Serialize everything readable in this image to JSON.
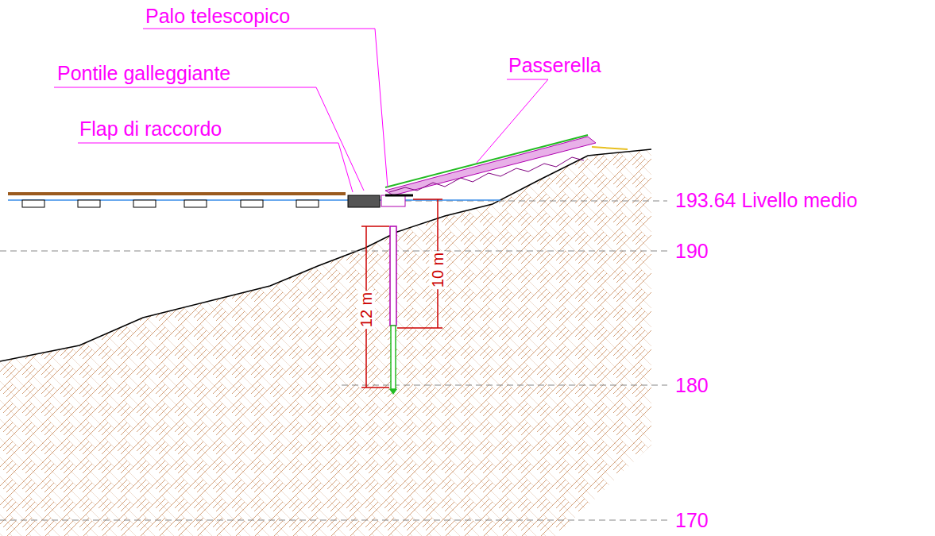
{
  "diagram": {
    "labels": [
      "Palo telescopico",
      "Pontile galleggiante",
      "Flap di raccordo",
      "Passerella",
      "193.64 Livello medio",
      "190",
      "180",
      "170",
      "12 m",
      "10 m"
    ]
  }
}
